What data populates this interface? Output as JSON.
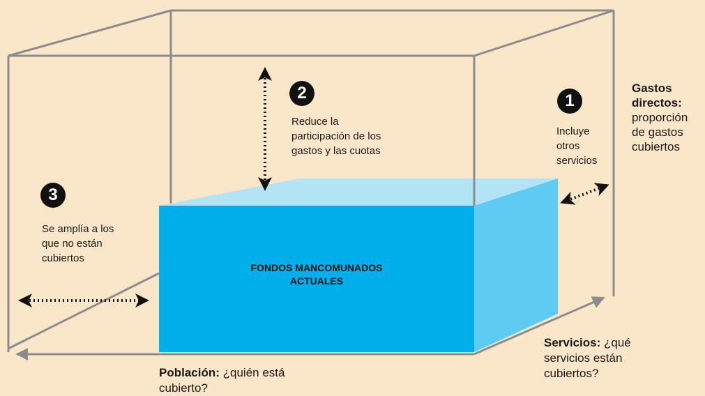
{
  "center_label": {
    "line1": "FONDOS MANCOMUNADOS",
    "line2": "ACTUALES"
  },
  "steps": [
    {
      "number": "1",
      "lines": [
        "Incluye",
        "otros",
        "servicios"
      ]
    },
    {
      "number": "2",
      "lines": [
        "Reduce la",
        "participación de los",
        "gastos y las cuotas"
      ]
    },
    {
      "number": "3",
      "lines": [
        "Se amplía a los",
        "que no están",
        "cubiertos"
      ]
    }
  ],
  "axes": {
    "direct_costs": {
      "bold": "Gastos",
      "bold2": "directos:",
      "rest": [
        "proporción",
        "de gastos",
        "cubiertos"
      ]
    },
    "services": {
      "bold": "Servicios:",
      "first_rest": " ¿qué",
      "rest": [
        "servicios están",
        "cubiertos?"
      ]
    },
    "population": {
      "bold": "Población:",
      "first_rest": " ¿quién está",
      "rest": [
        "cubierto?"
      ]
    }
  },
  "colors": {
    "background": "#fae6c8",
    "box_front": "#00aee9",
    "box_top": "#b3e4f6",
    "box_side": "#5fcaf2",
    "frame": "#8c8c8c",
    "arrow": "#111111"
  }
}
